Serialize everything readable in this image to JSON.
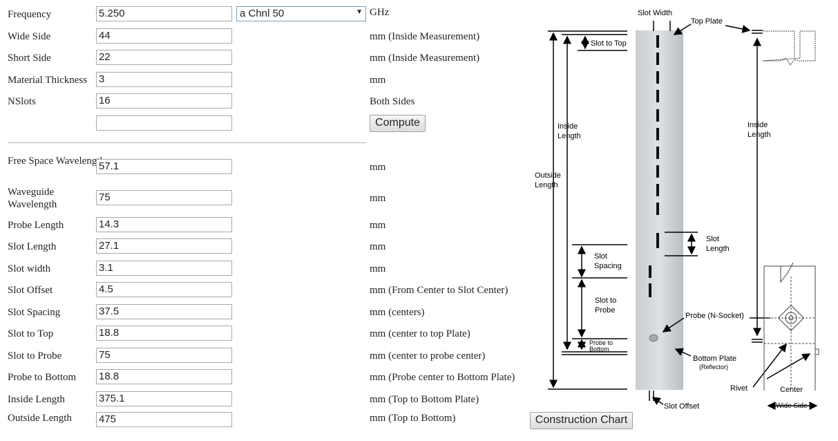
{
  "inputs": {
    "frequency": {
      "label": "Frequency",
      "value": "5.250",
      "unit": "GHz"
    },
    "channel": {
      "selected": "a Chnl 50"
    },
    "wide_side": {
      "label": "Wide Side",
      "value": "44",
      "unit": "mm (Inside Measurement)"
    },
    "short_side": {
      "label": "Short Side",
      "value": "22",
      "unit": "mm (Inside Measurement)"
    },
    "material_thickness": {
      "label": "Material Thickness",
      "value": "3",
      "unit": "mm"
    },
    "nslots": {
      "label": "NSlots",
      "value": "16",
      "unit": "Both Sides"
    },
    "extra": {
      "value": ""
    },
    "compute_label": "Compute"
  },
  "results": [
    {
      "label": "Free Space Wavelength",
      "value": "57.1",
      "unit": "mm"
    },
    {
      "label": "Waveguide Wavelength",
      "value": "75",
      "unit": "mm"
    },
    {
      "label": "Probe Length",
      "value": "14.3",
      "unit": "mm"
    },
    {
      "label": "Slot Length",
      "value": "27.1",
      "unit": "mm"
    },
    {
      "label": "Slot width",
      "value": "3.1",
      "unit": "mm"
    },
    {
      "label": "Slot Offset",
      "value": "4.5",
      "unit": "mm (From Center to Slot Center)"
    },
    {
      "label": "Slot Spacing",
      "value": "37.5",
      "unit": "mm (centers)"
    },
    {
      "label": "Slot to Top",
      "value": "18.8",
      "unit": "mm (center to top Plate)"
    },
    {
      "label": "Slot to Probe",
      "value": "75",
      "unit": "mm (center to probe center)"
    },
    {
      "label": "Probe to Bottom",
      "value": "18.8",
      "unit": "mm (Probe center to Bottom Plate)"
    },
    {
      "label": "Inside Length",
      "value": "375.1",
      "unit": "mm (Top to Bottom Plate)"
    },
    {
      "label": "Outside Length",
      "value": "475",
      "unit": "mm (Top to Bottom)"
    }
  ],
  "construction_chart_label": "Construction Chart",
  "diagram": {
    "slot_width": "Slot Width",
    "top_plate": "Top Plate",
    "slot_to_top": "Slot to Top",
    "inside_length_1": "Inside",
    "inside_length_2": "Length",
    "outside_length_1": "Outside",
    "outside_length_2": "Length",
    "inside_length_r1": "Inside",
    "inside_length_r2": "Length",
    "slot_length_1": "Slot",
    "slot_length_2": "Length",
    "slot_spacing_1": "Slot",
    "slot_spacing_2": "Spacing",
    "slot_to_probe_1": "Slot to",
    "slot_to_probe_2": "Probe",
    "probe_n_socket": "Probe (N-Socket)",
    "probe_to_bottom_1": "Probe to",
    "probe_to_bottom_2": "Bottom",
    "bottom_plate": "Bottom Plate",
    "reflector": "(Reflector)",
    "rivet": "Rivet",
    "center": "Center",
    "wide_side": "Wide Side",
    "slot_offset": "Slot Offset"
  }
}
